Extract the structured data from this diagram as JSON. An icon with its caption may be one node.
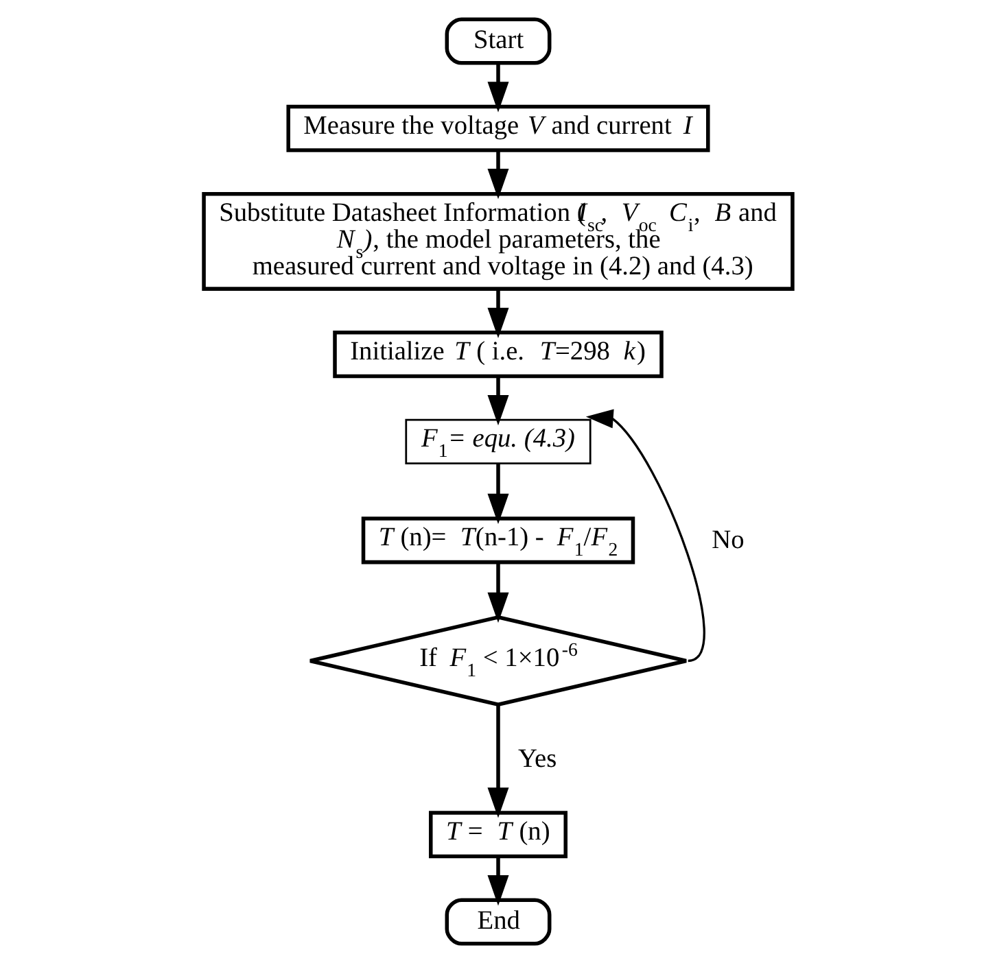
{
  "diagram": {
    "nodes": [
      {
        "text": [
          "Start"
        ]
      },
      {
        "text": [
          "Measure the voltage *V* and current *I*"
        ]
      },
      {
        "text": [
          "Substitute Datasheet Information (*I*$_{sc}$, *V*$_{oc}$ *C*$_{i}$, *B* and *N*$_{s}$*)*, the model parameters, the measured current and voltage in (4.2) and (4.3)"
        ]
      },
      {
        "text": [
          "Initialize *T* ( i.e. *T*=298 *k*)"
        ]
      },
      {
        "text": [
          "*F*$_{1}$*= equ. (4.3)*"
        ]
      },
      {
        "text": [
          "*T* (n)= *T*(n-1) - *F*$_{1}$/*F*$_{2}$"
        ]
      },
      {
        "text": [
          "If *F*$_{1}$ < 1×10$^{-6}$"
        ]
      },
      {
        "text": [
          "*T* = *T* (n)"
        ]
      },
      {
        "text": [
          "End"
        ]
      }
    ],
    "edges": [
      {
        "from": 0,
        "to": 1,
        "arrow": "to"
      },
      {
        "from": 1,
        "to": 2,
        "arrow": "to"
      },
      {
        "from": 2,
        "to": 3,
        "arrow": "to"
      },
      {
        "from": 3,
        "to": 4,
        "arrow": "to"
      },
      {
        "from": 4,
        "to": 5,
        "arrow": "to"
      },
      {
        "from": 5,
        "to": 6,
        "arrow": "to"
      },
      {
        "from": 6,
        "to": 7,
        "arrow": "to",
        "label": "Yes"
      },
      {
        "from": 6,
        "to": 4,
        "arrow": "to",
        "label": "No"
      },
      {
        "from": 7,
        "to": 8,
        "arrow": "to"
      }
    ]
  }
}
